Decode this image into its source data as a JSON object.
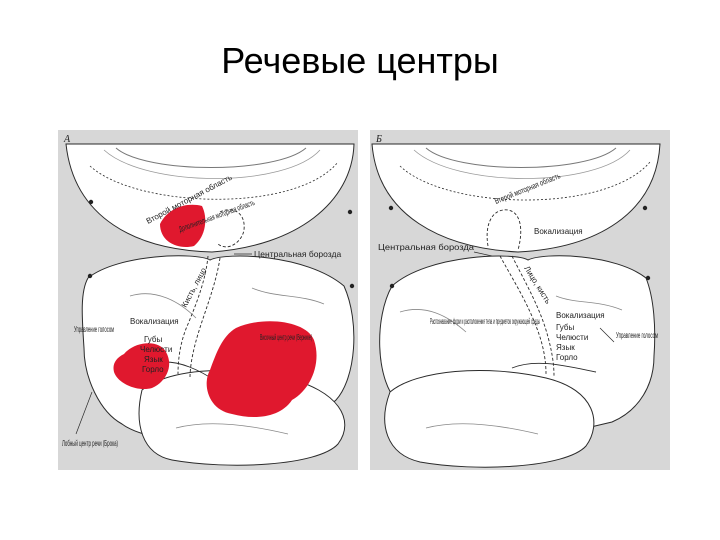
{
  "slide": {
    "title": "Речевые центры"
  },
  "panel_a": {
    "letter": "А",
    "motor_area_label": "Второй моторная область",
    "red_area_label": "Дополнительная моторная область",
    "central_sulcus": "Центральная борозда",
    "hand_face": "Кисть, лицо",
    "vocalization": "Вокализация",
    "voice_control": "Управление голосом",
    "lips": "Губы",
    "jaw": "Челюсти",
    "tongue": "Язык",
    "throat": "Горло",
    "wernicke": "Височный центр речи (Вернике)",
    "broca": "Лобный центр речи (Брока)"
  },
  "panel_b": {
    "letter": "Б",
    "motor_area_label": "Второй моторная область",
    "vocalization_top": "Вокализация",
    "central_sulcus": "Центральная борозда",
    "face_hand": "Лицо, кисть",
    "vocalization": "Вокализация",
    "lips": "Губы",
    "jaw": "Челюсти",
    "tongue": "Язык",
    "throat": "Горло",
    "voice_control": "Управление голосом",
    "recognition": "Распознавание форм и расположения тела и предметов окружающей среды"
  },
  "colors": {
    "background": "#d7d7d7",
    "brain": "#ffffff",
    "speech_center": "#e0182e",
    "line": "#2a2a2a"
  }
}
